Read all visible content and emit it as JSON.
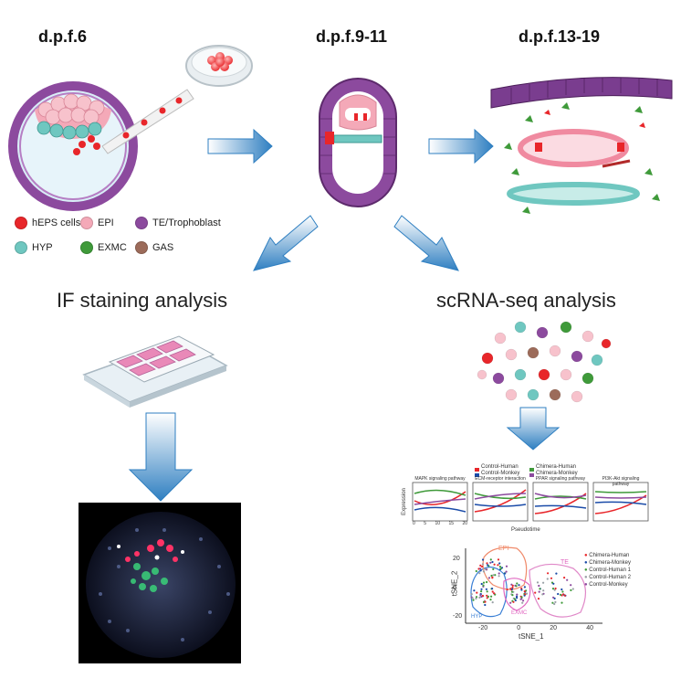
{
  "stages": [
    {
      "label": "d.p.f.6"
    },
    {
      "label": "d.p.f.9-11"
    },
    {
      "label": "d.p.f.13-19"
    }
  ],
  "legend": [
    {
      "label": "hEPS cells",
      "color": "#e8262a"
    },
    {
      "label": "EPI",
      "color": "#f4a9b8"
    },
    {
      "label": "TE/Trophoblast",
      "color": "#8c4a9e"
    },
    {
      "label": "HYP",
      "color": "#6fc7c0"
    },
    {
      "label": "EXMC",
      "color": "#3f9a3a"
    },
    {
      "label": "GAS",
      "color": "#9c6b5a"
    }
  ],
  "analyses": {
    "left": "IF staining analysis",
    "right": "scRNA-seq analysis"
  },
  "pathway_chart": {
    "legend": [
      "Control-Human",
      "Control-Monkey",
      "Chimera-Human",
      "Chimera-Monkey"
    ],
    "panels": [
      "MAPK signaling pathway",
      "ECM-receptor interaction",
      "PPAR signaling pathway",
      "PI3K-Akt signaling pathway"
    ],
    "ylabel": "Expression",
    "xlabel": "Pseudotime",
    "x_ticks": [
      "0",
      "5",
      "10",
      "15",
      "20"
    ]
  },
  "tsne": {
    "legend": [
      "Chimera-Human",
      "Chimera-Monkey",
      "Control-Human 1",
      "Control-Human 2",
      "Control-Monkey"
    ],
    "clusters": [
      "EPI",
      "TE",
      "EXMC",
      "HYP"
    ],
    "xlabel": "tSNE_1",
    "ylabel": "tSNE_2",
    "x_ticks": [
      "-20",
      "0",
      "20",
      "40"
    ],
    "y_ticks": [
      "20",
      "0",
      "-20"
    ]
  },
  "colors": {
    "arrow": "#2f7fc1",
    "trophoblast": "#7a3d8f",
    "epi": "#f4a9b8",
    "hyp": "#6fc7c0",
    "heps": "#e8262a",
    "exmc": "#3f9a3a"
  }
}
